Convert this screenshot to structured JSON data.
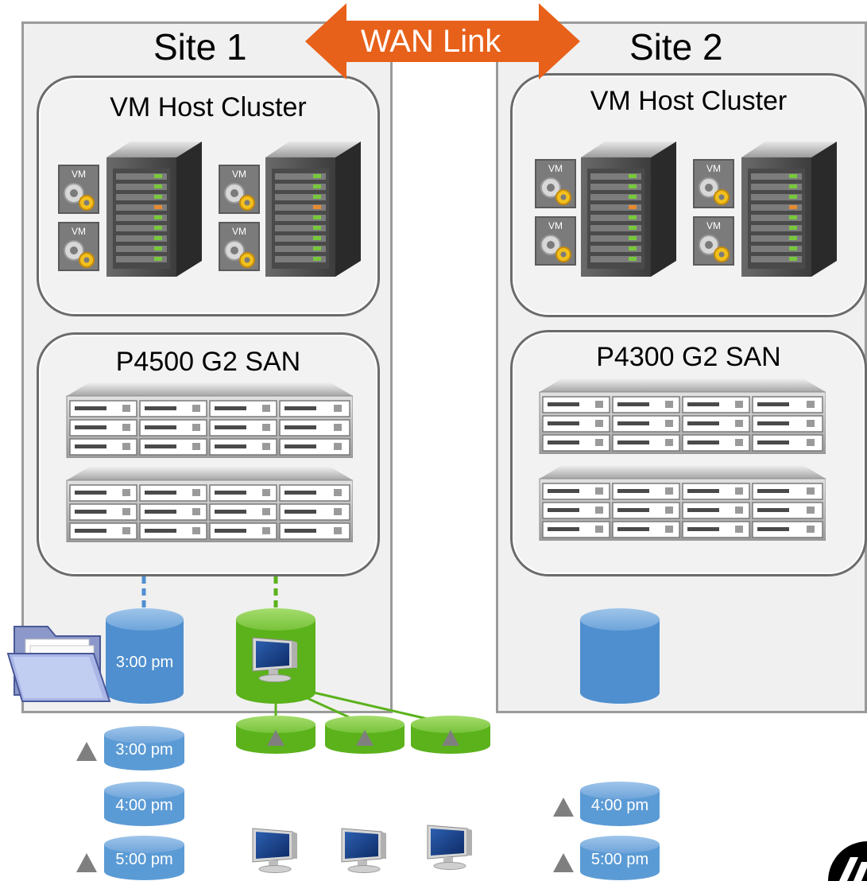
{
  "wan_link": {
    "label": "WAN Link",
    "color": "#e8611a"
  },
  "site1": {
    "title": "Site 1",
    "cluster_title": "VM Host Cluster",
    "san_title": "P4500 G2 SAN",
    "volume_time": "3:00 pm"
  },
  "site2": {
    "title": "Site 2",
    "cluster_title": "VM Host Cluster",
    "san_title": "P4300 G2 SAN"
  },
  "vm_badge": "VM",
  "snapshots_site1": [
    "3:00 pm",
    "4:00 pm",
    "5:00 pm"
  ],
  "snapshots_site2": [
    "4:00 pm",
    "5:00 pm"
  ],
  "colors": {
    "volume_blue": "#4f8fcf",
    "volume_green": "#5bb21b",
    "snapshot_blue": "#5b9bd5",
    "panel_border": "#6b6b6b"
  },
  "icons": [
    "vm-gear-icon",
    "server-rack-icon",
    "storage-array-icon",
    "monitor-icon",
    "folder-icon",
    "hp-logo-icon",
    "up-triangle-icon"
  ]
}
